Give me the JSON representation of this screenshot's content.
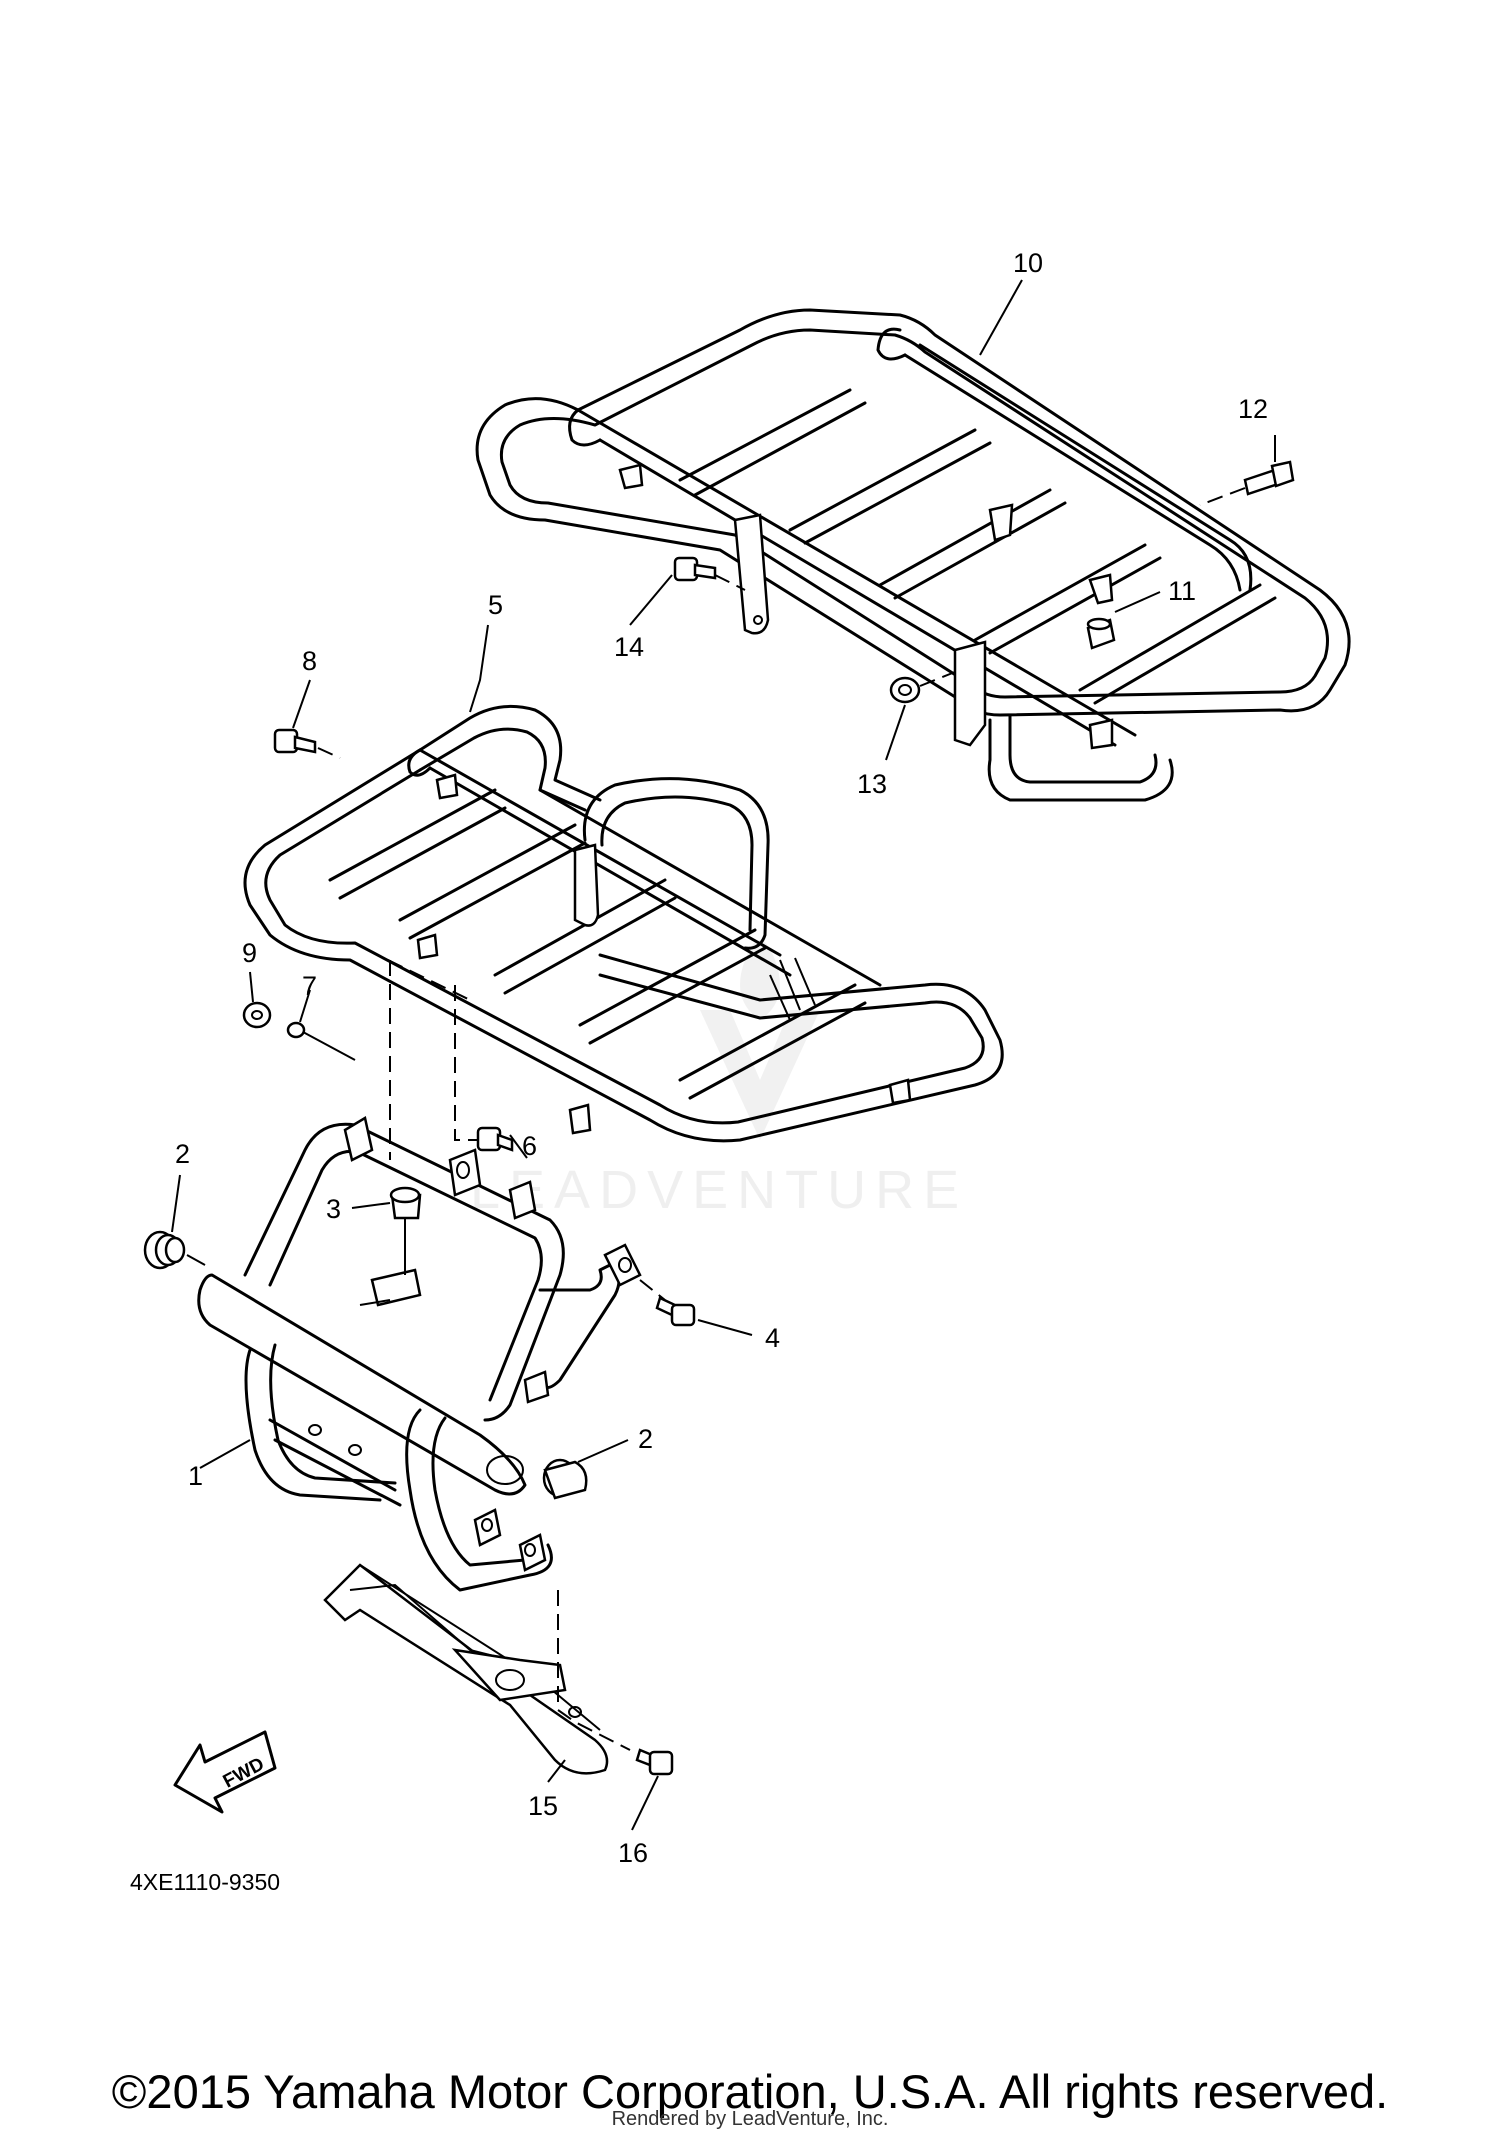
{
  "diagram": {
    "callouts": {
      "c1": "1",
      "c2a": "2",
      "c2b": "2",
      "c3": "3",
      "c4": "4",
      "c5": "5",
      "c6": "6",
      "c7": "7",
      "c8": "8",
      "c9": "9",
      "c10": "10",
      "c11": "11",
      "c12": "12",
      "c13": "13",
      "c14": "14",
      "c15": "15",
      "c16": "16"
    },
    "drawing_code": "4XE1110-9350",
    "fwd_label": "FWD",
    "watermark_text": "LEADVENTURE"
  },
  "footer": {
    "copyright": "©2015 Yamaha Motor Corporation, U.S.A. All rights reserved.",
    "rendered_by": "Rendered by LeadVenture, Inc."
  }
}
